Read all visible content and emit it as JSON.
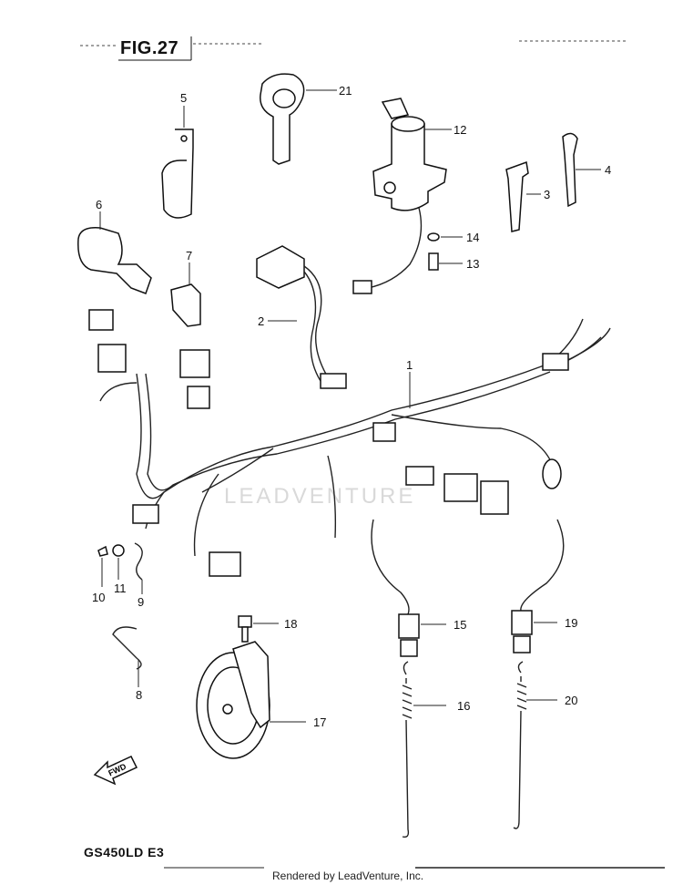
{
  "figure": {
    "title": "FIG.27",
    "model_code": "GS450LD E3",
    "footer": "Rendered by LeadVenture, Inc.",
    "watermark": "LEADVENTURE"
  },
  "fwd_label": "FWD",
  "callouts": [
    "1",
    "2",
    "3",
    "4",
    "5",
    "6",
    "7",
    "8",
    "9",
    "10",
    "11",
    "12",
    "13",
    "14",
    "15",
    "16",
    "17",
    "18",
    "19",
    "20",
    "21"
  ]
}
